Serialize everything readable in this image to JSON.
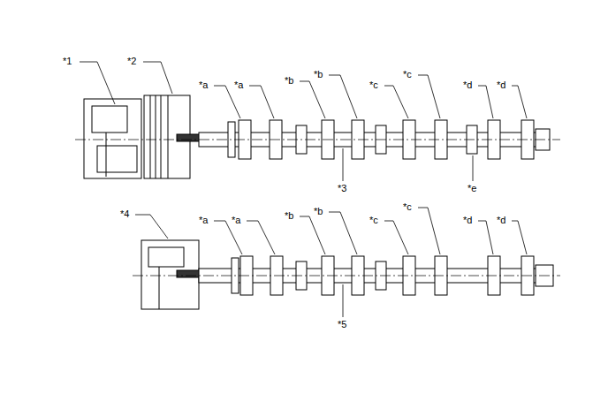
{
  "diagram": {
    "labels": [
      "*1",
      "*2",
      "*a",
      "*a",
      "*b",
      "*b",
      "*c",
      "*c",
      "*d",
      "*d",
      "*3",
      "*e",
      "*4",
      "*a",
      "*a",
      "*b",
      "*b",
      "*c",
      "*c",
      "*d",
      "*d",
      "*5"
    ]
  }
}
